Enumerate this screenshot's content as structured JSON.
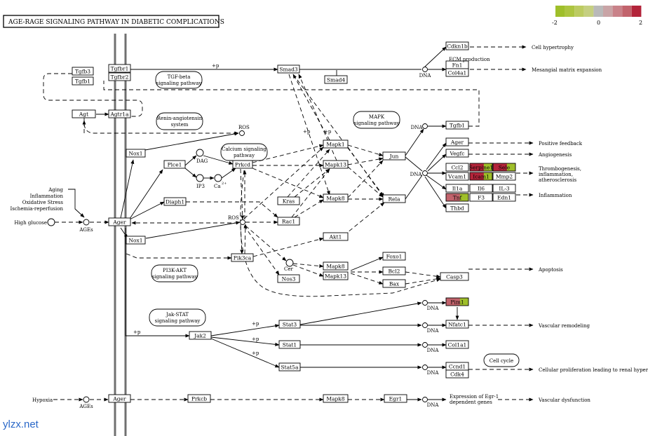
{
  "title": "AGE-RAGE SIGNALING PATHWAY IN DIABETIC COMPLICATIONS",
  "watermark": "ylzx.net",
  "legend": {
    "colors": [
      "#9fbf2a",
      "#adc540",
      "#bccb61",
      "#c5cf81",
      "#b9b9b9",
      "#c9a4a6",
      "#c98289",
      "#c2636c",
      "#b3243a"
    ],
    "ticks": [
      "-2",
      "0",
      "2"
    ]
  },
  "nodes": {
    "tgfb3": "Tgfb3",
    "tgfb1_left": "Tgfb1",
    "tgfbr1": "Tgfbr1",
    "tgfbr2": "Tgfbr2",
    "agt": "Agt",
    "agtr1a": "Agtr1a",
    "nox1_top": "Nox1",
    "nox1_bottom": "Nox1",
    "plce1": "Plce1",
    "prkcd": "Prkcd",
    "diaph1": "Diaph1",
    "ager_main": "Ager",
    "ager_bottom": "Ager",
    "smad3": "Smad3",
    "smad4": "Smad4",
    "mapk1": "Mapk1",
    "mapk13_top": "Mapk13",
    "mapk8_top": "Mapk8",
    "kras": "Kras",
    "rac1": "Rac1",
    "akt1": "Akt1",
    "pik3ca": "Pik3ca",
    "mapk8_mid": "Mapk8",
    "mapk13_mid": "Mapk13",
    "nos3": "Nos3",
    "jun": "Jun",
    "rela": "Rela",
    "foxo1": "Foxo1",
    "bcl2": "Bcl2",
    "bax": "Bax",
    "casp3": "Casp3",
    "jak2": "Jak2",
    "stat3": "Stat3",
    "stat1": "Stat1",
    "stat5a": "Stat5a",
    "prkcb": "Prkcb",
    "mapk8_bottom": "Mapk8",
    "egr1": "Egr1",
    "cdkn1b": "Cdkn1b",
    "fn1": "Fn1",
    "col4a1": "Col4a1",
    "tgfb1_right": "Tgfb1",
    "ager_right": "Ager",
    "vegfc": "Vegfc",
    "ccl2": "Ccl2",
    "serpine1": "Serpine1",
    "sele": "Sele",
    "vcam1": "Vcam1",
    "icam1": "Icam1",
    "mmp2": "Mmp2",
    "il1a": "Il1a",
    "il6": "Il6",
    "il3": "IL-3",
    "tnf": "Tnf",
    "f3": "F3",
    "edn1": "Edn1",
    "thbd": "Thbd",
    "pim1": "Pim1",
    "nfatc1": "Nfatc1",
    "col1a1": "Col1a1",
    "ccnd1": "Ccnd1",
    "cdk4": "Cdk4"
  },
  "node_colors": {
    "serpine1": "#b3243a",
    "sele": "#b3243a",
    "icam1": "#b3243a",
    "tnf": "#c2636c",
    "pim1": "#c2636c",
    "serpine1_split": "#9fbf2a",
    "sele_split": "#9fbf2a",
    "icam1_split": "#9fbf2a",
    "tnf_split": "#9fbf2a",
    "pim1_split": "#9fbf2a"
  },
  "pathway_labels": {
    "tgfb": [
      "TGF-beta",
      "signaling pathway"
    ],
    "renin": [
      "Renin-angiotensin",
      "system"
    ],
    "calcium": [
      "Calcium signaling",
      "pathway"
    ],
    "mapk": [
      "MAPK",
      "signaling pathway"
    ],
    "pi3k": [
      "PI3K-AKT",
      "signaling pathway"
    ],
    "jakstat": [
      "Jak-STAT",
      "signaling pathway"
    ],
    "cellcycle": [
      "Cell cycle"
    ]
  },
  "labels": {
    "aging": "Aging",
    "inflammation_in": "Inflammation",
    "oxidative": "Oxidative Stress",
    "ischemia": "Ischemia-reperfusion",
    "high_glucose": "High glucose",
    "ages": "AGEs",
    "ages_bottom": "AGEs",
    "hypoxia": "Hypoxia",
    "ros_top": "ROS",
    "ros_mid": "ROS",
    "dag": "DAG",
    "ip3": "IP3",
    "ca": "Ca",
    "ca_sup": "2+",
    "cer": "Cer",
    "plus_p": "+p",
    "dna": "DNA",
    "ecm": "ECM production",
    "cell_hypertrophy": "Cell hypertrophy",
    "mesangial": "Mesangial matrix expansion",
    "positive_feedback": "Positive feedback",
    "angiogenesis": "Angiogenesis",
    "thrombo1": "Thrombogenesis,",
    "thrombo2": "inflammation,",
    "thrombo3": "atherosclerosis",
    "inflammation_out": "Inflammation",
    "apoptosis": "Apoptosis",
    "vascular_remodeling": "Vascular remodeling",
    "cell_prolif": "Cellular proliferation leading to renal hypertrophy",
    "egr1_expr1": "Expression of Egr-1",
    "egr1_expr2": "dependent genes",
    "vascular_dysfunction": "Vascular dysfunction"
  }
}
